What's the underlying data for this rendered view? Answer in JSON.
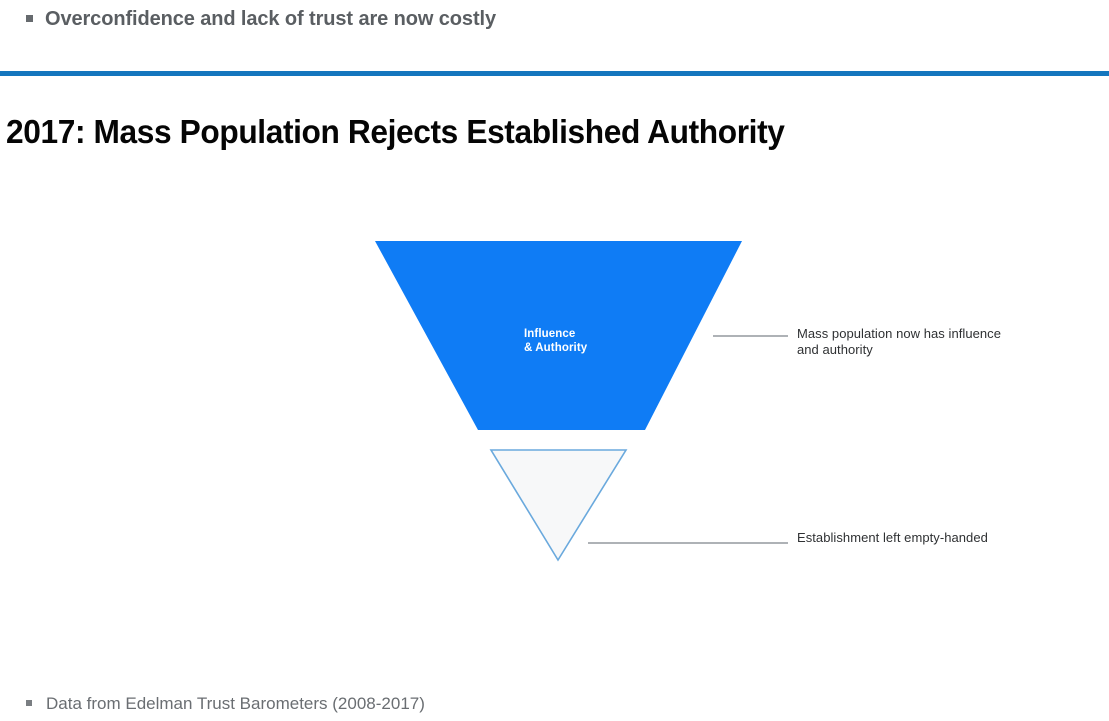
{
  "slide": {
    "top_bullet": "Overconfidence and lack of trust are now costly",
    "title": "2017: Mass Population Rejects Established Authority",
    "footer_bullet": "Data from Edelman Trust Barometers (2008-2017)"
  },
  "diagram": {
    "funnel_label": "Influence\n& Authority",
    "callout_top": "Mass population now has influence\nand authority",
    "callout_bottom": "Establishment left empty-handed"
  },
  "colors": {
    "divider_blue": "#1476be",
    "funnel_blue": "#0f7cf5",
    "triangle_stroke": "#6aa9dd",
    "triangle_fill": "#f7f8f9",
    "leader_line": "#aeb2b6",
    "title_text": "#050505",
    "bullet_text": "#5a5e62",
    "callout_text": "#2f3133",
    "footer_text": "#6a6e72"
  },
  "chart_data": {
    "type": "diagram",
    "title": "2017: Mass Population Rejects Established Authority",
    "shapes": [
      {
        "name": "influence-and-authority-funnel",
        "form": "inverted-trapezoid",
        "label": "Influence & Authority",
        "fill": "#0f7cf5",
        "annotation": "Mass population now has influence and authority"
      },
      {
        "name": "establishment-triangle",
        "form": "inverted-triangle",
        "label": "",
        "fill": "#f7f8f9",
        "stroke": "#6aa9dd",
        "annotation": "Establishment left empty-handed"
      }
    ],
    "source": "Data from Edelman Trust Barometers (2008-2017)"
  }
}
